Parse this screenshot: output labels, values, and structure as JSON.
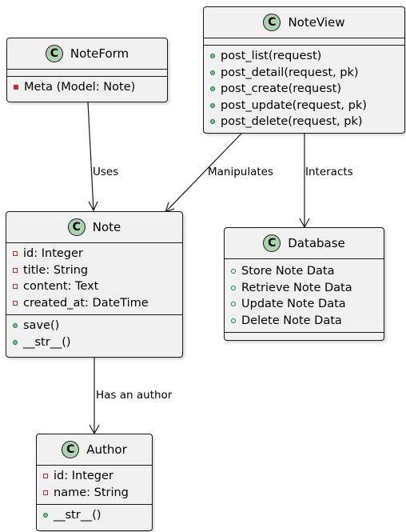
{
  "colors": {
    "class_fill": "#f1f1f1",
    "border": "#181818",
    "badge": "#add1b2",
    "public_marker": "#84be84",
    "private_marker": "#c82930",
    "arrow": "#181818"
  },
  "classes": {
    "noteform": {
      "badge": "C",
      "name": "NoteForm",
      "fields": [
        "Meta (Model: Note)"
      ],
      "methods": []
    },
    "noteview": {
      "badge": "C",
      "name": "NoteView",
      "fields": [],
      "methods": [
        "post_list(request)",
        "post_detail(request, pk)",
        "post_create(request)",
        "post_update(request, pk)",
        "post_delete(request, pk)"
      ]
    },
    "note": {
      "badge": "C",
      "name": "Note",
      "fields": [
        "id: Integer",
        "title: String",
        "content: Text",
        "created_at: DateTime"
      ],
      "methods": [
        "save()",
        "__str__()"
      ]
    },
    "database": {
      "badge": "C",
      "name": "Database",
      "fields": [
        "Store Note Data",
        "Retrieve Note Data",
        "Update Note Data",
        "Delete Note Data"
      ],
      "methods": []
    },
    "author": {
      "badge": "C",
      "name": "Author",
      "fields": [
        "id: Integer",
        "name: String"
      ],
      "methods": [
        "__str__()"
      ]
    }
  },
  "relations": {
    "uses": "Uses",
    "manipulates": "Manipulates",
    "interacts": "Interacts",
    "has_author": "Has an author"
  }
}
